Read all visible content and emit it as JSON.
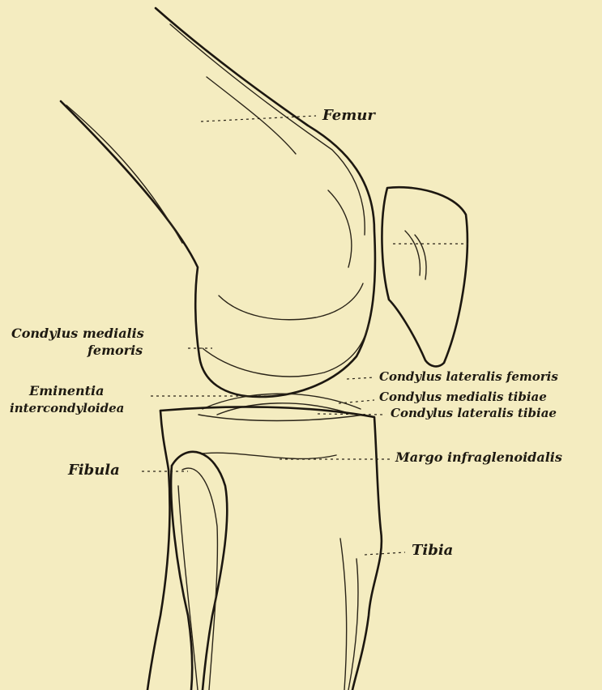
{
  "labels": {
    "femur": "Femur",
    "condylus_medialis_femoris_1": "Condylus medialis",
    "condylus_medialis_femoris_2": "femoris",
    "condylus_lateralis_femoris": "Condylus lateralis femoris",
    "eminentia_1": "Eminentia",
    "eminentia_2": "intercondyloidea",
    "condylus_medialis_tibiae": "Condylus medialis tibiae",
    "condylus_lateralis_tibiae": "Condylus lateralis tibiae",
    "margo_infraglenoidalis": "Margo infraglenoidalis",
    "fibula": "Fibula",
    "tibia": "Tibia"
  },
  "colors": {
    "paper": "#f4ecc0",
    "ink": "#1c1710"
  }
}
